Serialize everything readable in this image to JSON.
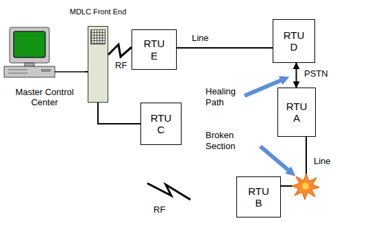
{
  "diagram": {
    "nodes": [
      {
        "text": [
          "Master Control Center"
        ]
      },
      {
        "text": [
          "MDLC Front End"
        ]
      },
      {
        "text": [
          "RTU E"
        ]
      },
      {
        "text": [
          "RTU D"
        ]
      },
      {
        "text": [
          "RTU A"
        ]
      },
      {
        "text": [
          "RTU C"
        ]
      },
      {
        "text": [
          "RTU B"
        ]
      }
    ],
    "edges": [
      {
        "from": 0,
        "to": 1,
        "arrow": "none"
      },
      {
        "from": 1,
        "to": 2,
        "label": "RF",
        "arrow": "none"
      },
      {
        "from": 2,
        "to": 3,
        "label": "Line",
        "arrow": "none"
      },
      {
        "from": 3,
        "to": 4,
        "label": "PSTN",
        "arrow": "both"
      },
      {
        "from": 4,
        "to": 6,
        "label": "Line",
        "arrow": "none"
      },
      {
        "from": 1,
        "to": 5,
        "arrow": "none"
      }
    ],
    "labels": [
      "Healing Path",
      "Broken Section",
      "RF"
    ]
  }
}
